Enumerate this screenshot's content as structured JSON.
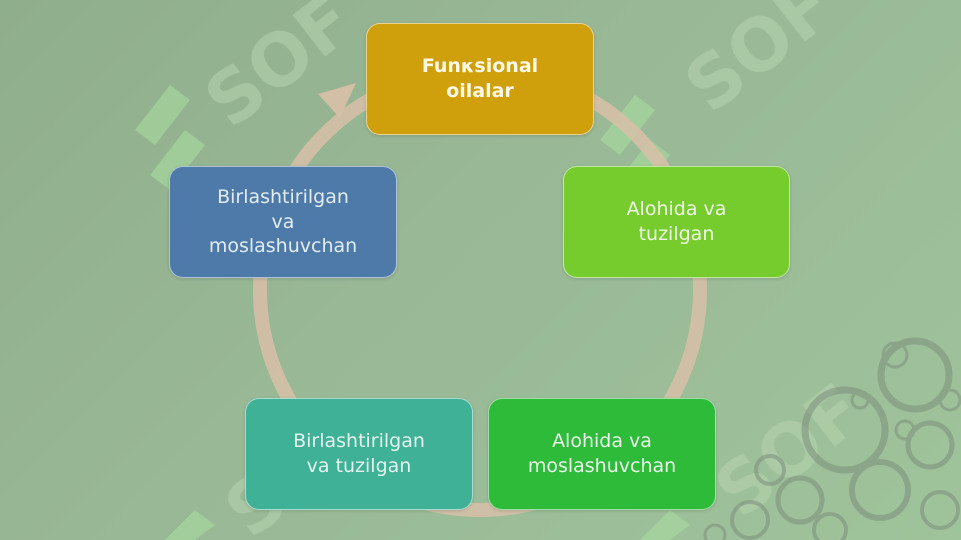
{
  "diagram": {
    "type": "cycle",
    "nodes": [
      {
        "id": "top",
        "label": "Funκsional\noilalar",
        "color": "#d09f0c"
      },
      {
        "id": "right",
        "label": "Alohida va\ntuzilgan",
        "color": "#77cc2d"
      },
      {
        "id": "bottom_right",
        "label": "Alohida va\nmoslashuvchan",
        "color": "#2ebb3a"
      },
      {
        "id": "bottom_left",
        "label": "Birlashtirilgan\nva tuzilgan",
        "color": "#3eb197"
      },
      {
        "id": "left",
        "label": "Birlashtirilgan\nva\nmoslashuvchan",
        "color": "#4d7aa9"
      }
    ],
    "ring_color": "#d8c0a8",
    "watermark": "SOF"
  }
}
